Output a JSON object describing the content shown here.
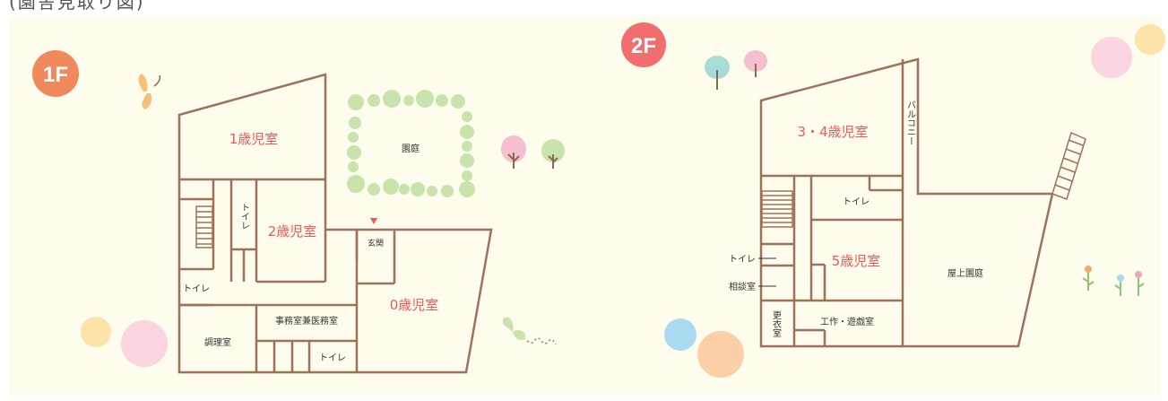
{
  "header_text": "(園舎見取り図)",
  "colors": {
    "background": "#fefcec",
    "wall": "#a0715a",
    "room_text_red": "#ec5a57",
    "badge_1f": "#f08a5c",
    "badge_2f": "#f26d6d",
    "dot_green": "#c8e3ac"
  },
  "floor1": {
    "badge": "1F",
    "rooms": {
      "age1": "1歳児室",
      "age2": "2歳児室",
      "age0": "0歳児室",
      "toilet_vertical": "トイレ",
      "toilet_left": "トイレ",
      "toilet_bottom": "トイレ",
      "entrance": "玄関",
      "kitchen": "調理室",
      "office": "事務室兼医務室",
      "garden": "園庭"
    }
  },
  "floor2": {
    "badge": "2F",
    "rooms": {
      "age34": "3・4歳児室",
      "balcony": "バルコニー",
      "toilet_top": "トイレ",
      "age5": "5歳児室",
      "toilet_label": "トイレ",
      "consult_label": "相談室",
      "dressing": "更衣室",
      "workshop": "工作・遊戯室",
      "rooftop": "屋上園庭"
    }
  }
}
